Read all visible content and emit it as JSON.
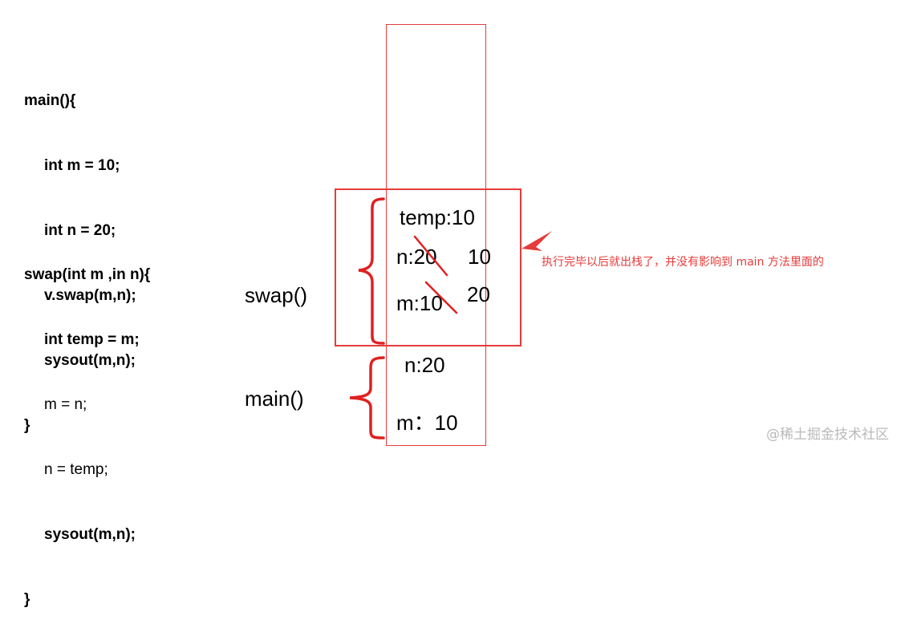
{
  "code": {
    "main_lines": [
      "main(){",
      "int m = 10;",
      "int n = 20;",
      "v.swap(m,n);",
      "sysout(m,n);",
      "}"
    ],
    "swap_lines": [
      "swap(int m ,in n){",
      "int temp = m;",
      "m = n;",
      "n = temp;",
      "sysout(m,n);",
      "}"
    ]
  },
  "stack": {
    "swap_label": "swap()",
    "main_label": "main()",
    "swap_frame": {
      "temp": "temp:10",
      "n_old": "n:20",
      "n_new": "10",
      "m_old": "m:10",
      "m_new": "20"
    },
    "main_frame": {
      "n": "n:20",
      "m": "m：10"
    }
  },
  "annotation": "执行完毕以后就出栈了，并没有影响到 main 方法里面的",
  "watermark": "@稀土掘金技术社区",
  "colors": {
    "accent": "#e63b3b",
    "text": "#000000",
    "watermark": "#b9b9b9"
  }
}
